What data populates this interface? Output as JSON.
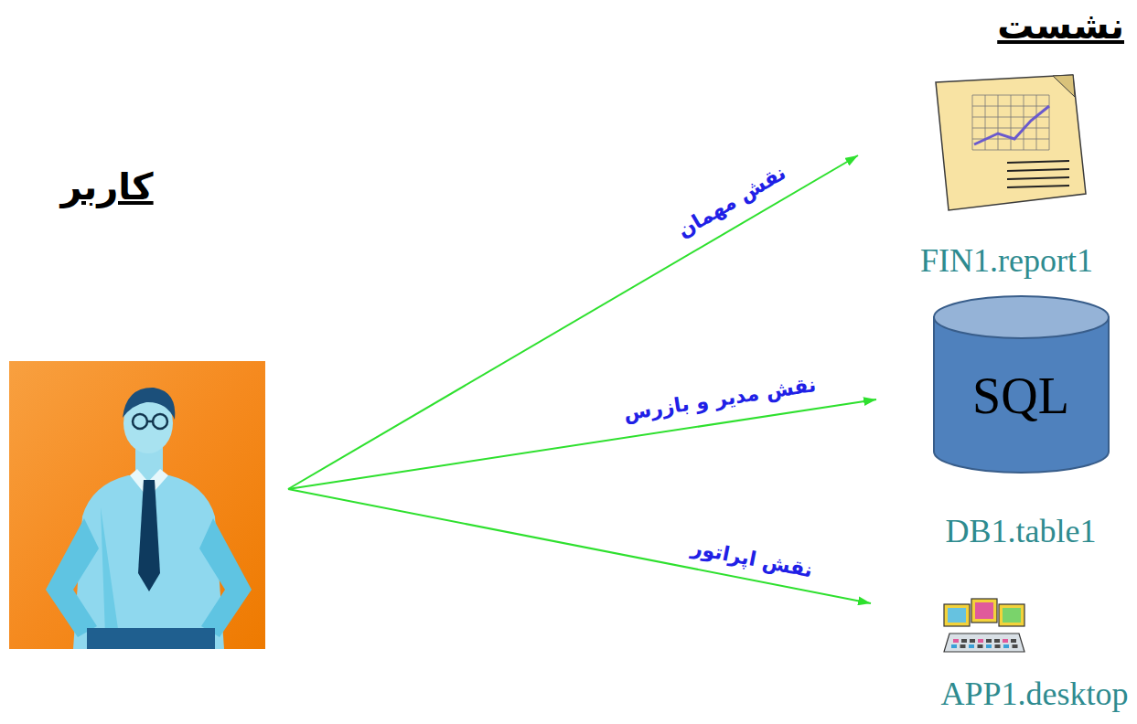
{
  "diagram": {
    "nodes": [
      {
        "text": [
          "کاربر"
        ]
      },
      {
        "text": [
          "FIN1.report1"
        ]
      },
      {
        "text": [
          "SQL",
          "DB1.table1"
        ]
      },
      {
        "text": [
          "APP1.desktop"
        ]
      }
    ],
    "edges": [
      {
        "from": 0,
        "to": 1,
        "arrow": "to",
        "label": "نقش مهمان"
      },
      {
        "from": 0,
        "to": 2,
        "arrow": "to",
        "label": "نقش مدیر و بازرس"
      },
      {
        "from": 0,
        "to": 3,
        "arrow": "to",
        "label": "نقش اپراتور"
      }
    ],
    "labels": [
      "نشست"
    ]
  }
}
